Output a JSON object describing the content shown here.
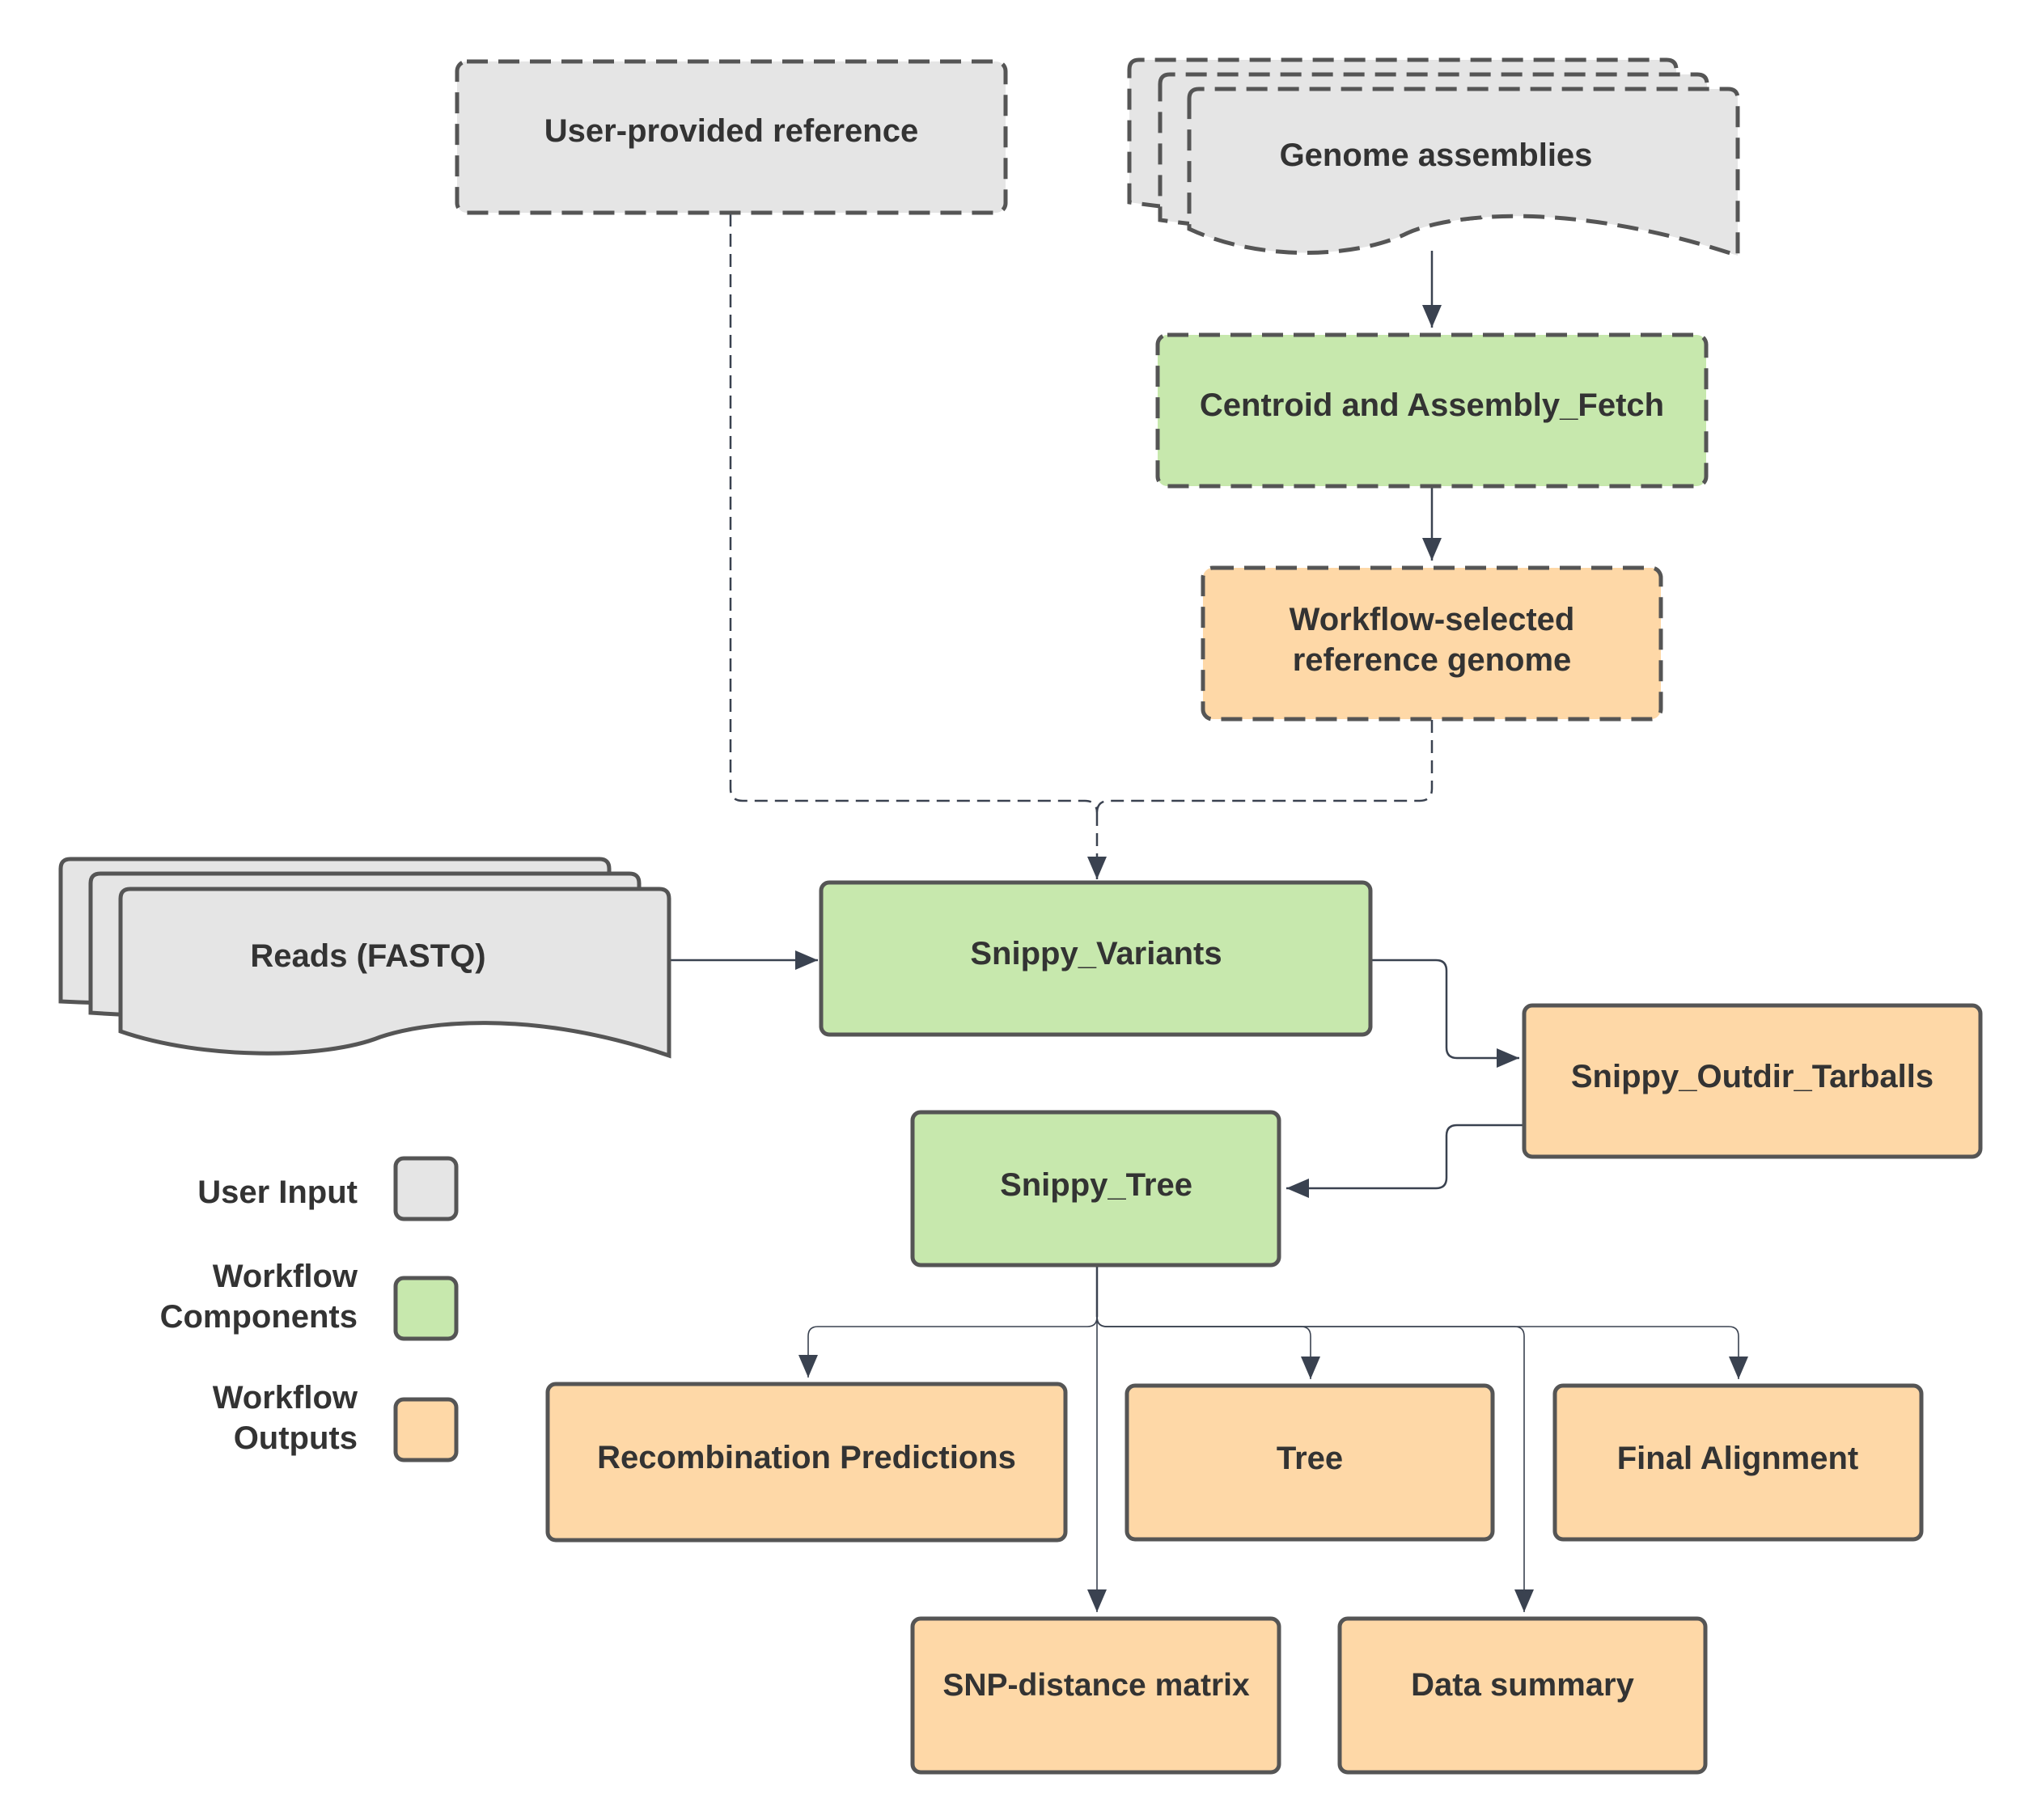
{
  "nodes": {
    "user_reference": "User-provided reference",
    "genome_assemblies": "Genome assemblies",
    "centroid_fetch": "Centroid and Assembly_Fetch",
    "workflow_reference_line1": "Workflow-selected",
    "workflow_reference_line2": "reference genome",
    "reads": "Reads (FASTQ)",
    "snippy_variants": "Snippy_Variants",
    "snippy_outdir": "Snippy_Outdir_Tarballs",
    "snippy_tree": "Snippy_Tree",
    "recombination": "Recombination Predictions",
    "tree": "Tree",
    "final_alignment": "Final Alignment",
    "snp_matrix": "SNP-distance matrix",
    "data_summary": "Data summary"
  },
  "legend": {
    "user_input": "User Input",
    "components_line1": "Workflow",
    "components_line2": "Components",
    "outputs_line1": "Workflow",
    "outputs_line2": "Outputs"
  },
  "colors": {
    "user_input": "#e5e5e5",
    "workflow_component": "#c7e8ad",
    "workflow_output": "#fed8a7",
    "border": "#555555",
    "connector": "#3a4250"
  }
}
